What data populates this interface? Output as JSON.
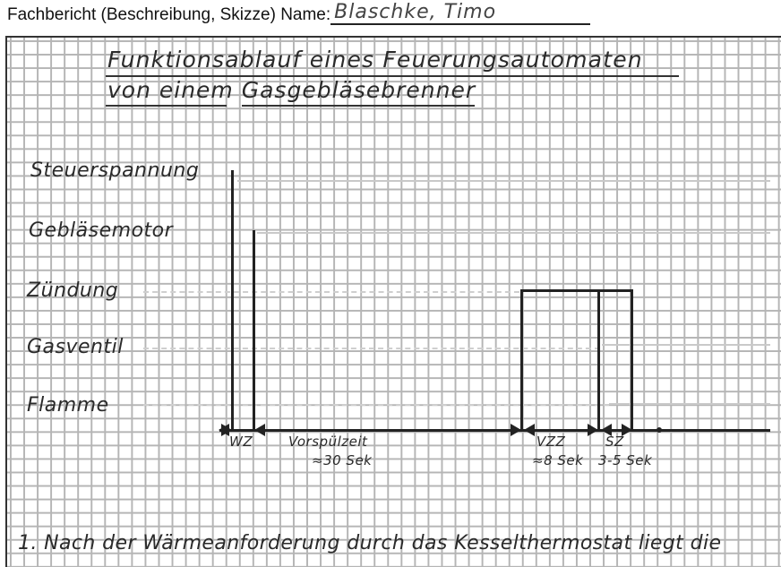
{
  "header": {
    "form_label": "Fachbericht (Beschreibung, Skizze) Name:",
    "name_value": "Blaschke, Timo"
  },
  "sheet": {
    "title_line1": "Funktionsablauf eines Feuerungsautomaten",
    "title_line2": "von einem Gasgebläsebrenner",
    "diagram": {
      "signals": [
        {
          "label": "Steuerspannung"
        },
        {
          "label": "Gebläsemotor"
        },
        {
          "label": "Zündung"
        },
        {
          "label": "Gasventil"
        },
        {
          "label": "Flamme"
        }
      ],
      "intervals": [
        {
          "abbr": "WZ",
          "duration": ""
        },
        {
          "abbr": "Vorspülzeit",
          "duration": "≈30 Sek"
        },
        {
          "abbr": "VZZ",
          "duration": "≈8 Sek"
        },
        {
          "abbr": "SZ",
          "duration": "3-5 Sek"
        }
      ]
    },
    "body_text_line1": "1. Nach der Wärmeanforderung durch das Kesselthermostat liegt die"
  },
  "colors": {
    "ink": "#2a2a2a",
    "grid": "#b5b5b5",
    "faint_signal": "#c9c9c9"
  }
}
